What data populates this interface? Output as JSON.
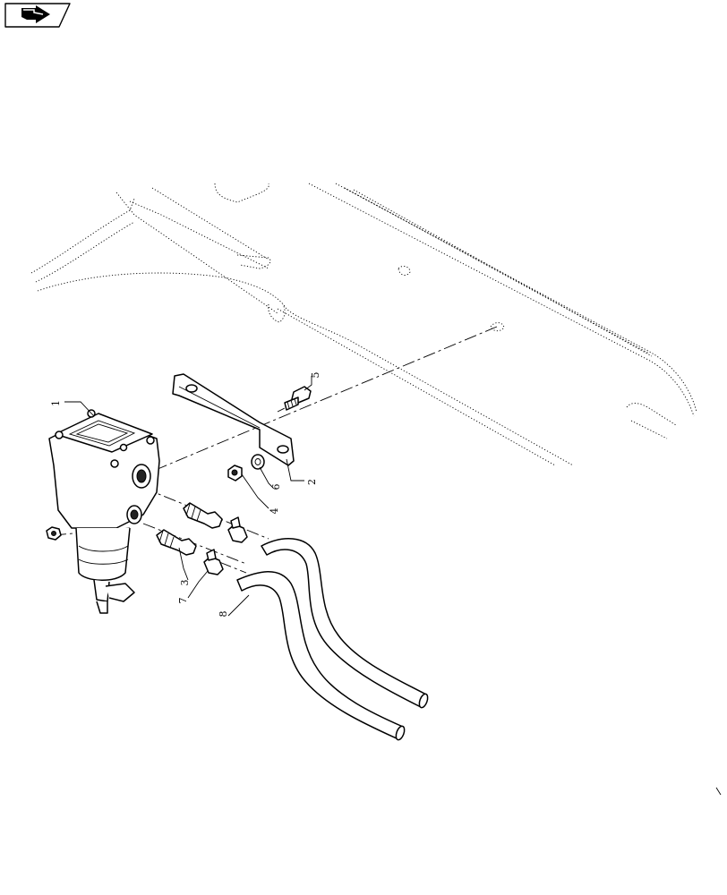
{
  "nav_icon": {
    "name": "forward-arrow-icon"
  },
  "callouts": [
    {
      "id": "c1",
      "label": "1"
    },
    {
      "id": "c2",
      "label": "2"
    },
    {
      "id": "c3",
      "label": "3"
    },
    {
      "id": "c4",
      "label": "4"
    },
    {
      "id": "c5",
      "label": "5"
    },
    {
      "id": "c6",
      "label": "6"
    },
    {
      "id": "c7",
      "label": "7"
    },
    {
      "id": "c8",
      "label": "8"
    }
  ]
}
